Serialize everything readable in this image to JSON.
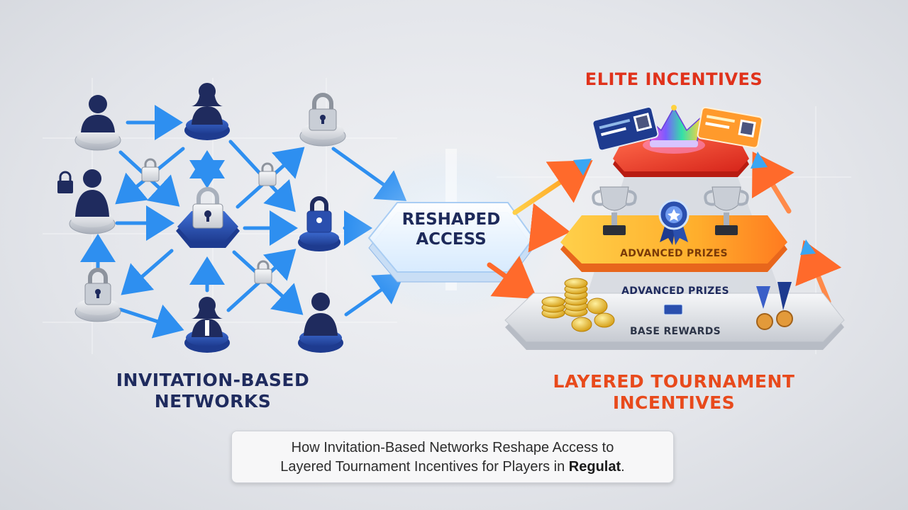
{
  "left_title": {
    "line1": "INVITATION-BASED",
    "line2": "NETWORKS"
  },
  "center_label": {
    "line1": "RESHAPED",
    "line2": "ACCESS"
  },
  "elite_title": "ELITE INCENTIVES",
  "right_title": {
    "line1": "LAYERED TOURNAMENT",
    "line2": "INCENTIVES"
  },
  "tiers": {
    "middle_label": "ADVANCED PRIZES",
    "base_upper_label": "ADVANCED PRIZES",
    "base_label": "BASE REWARDS"
  },
  "caption": {
    "line1": "How Invitation-Based Networks Reshape Access to",
    "line2_prefix": "Layered Tournament Incentives for Players in ",
    "line2_bold": "Regulat",
    "line2_suffix": "."
  },
  "colors": {
    "navy": "#1f2b5e",
    "blue_arrow": "#2e8ff0",
    "orange": "#ff6a2b",
    "red": "#e0321b",
    "node_blue": "#2a4fae"
  },
  "icons": [
    "person-icon",
    "lock-icon",
    "crown-icon",
    "trophy-icon",
    "medal-icon",
    "coin-icon",
    "vip-ticket-icon"
  ]
}
